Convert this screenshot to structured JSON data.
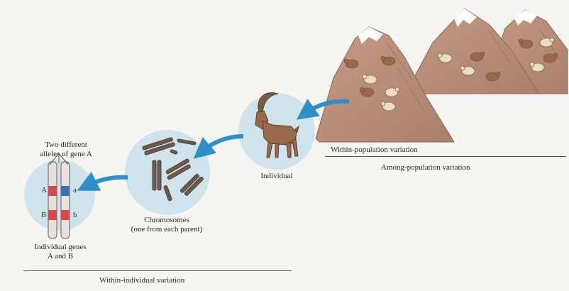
{
  "labels": {
    "alleles_line1": "Two different",
    "alleles_line2": "alleles of gene A",
    "allele_upper_left": "A",
    "allele_lower_left": "B",
    "allele_upper_right": "a",
    "allele_lower_right": "b",
    "genes_line1": "Individual genes",
    "genes_line2": "A and B",
    "chromosomes_line1": "Chromosomes",
    "chromosomes_line2": "(one from each parent)",
    "individual": "Individual",
    "within_population": "Within-population variation",
    "among_population": "Among-population variation",
    "within_individual": "Within-individual variation"
  },
  "colors": {
    "background": "#f6f5f2",
    "circle_fill": "#cfe3ec",
    "arrow": "#2f8fc8",
    "mountain_fill": "#b98d78",
    "snow": "#ffffff",
    "goat": "#9a6a48",
    "chromosome": "#6b5a4e",
    "gene_red": "#d04a4f",
    "gene_blue": "#3f6fb4",
    "rule": "#5c5650"
  }
}
